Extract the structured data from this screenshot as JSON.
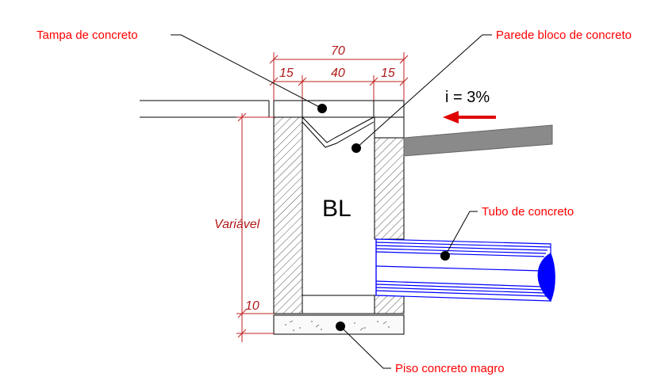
{
  "labels": {
    "tampa": "Tampa de concreto",
    "parede": "Parede bloco de concreto",
    "tubo": "Tubo de concreto",
    "piso": "Piso concreto magro",
    "box": "BL",
    "slope": "i = 3%"
  },
  "dimensions": {
    "total": "70",
    "left": "15",
    "middle": "40",
    "right": "15",
    "height": "Variável",
    "floor": "10"
  },
  "colors": {
    "label": "#ff0000",
    "dimension": "#b01818",
    "arrow": "#e00000",
    "pipe": "#0000ff",
    "channel": "#8a8a8a"
  }
}
